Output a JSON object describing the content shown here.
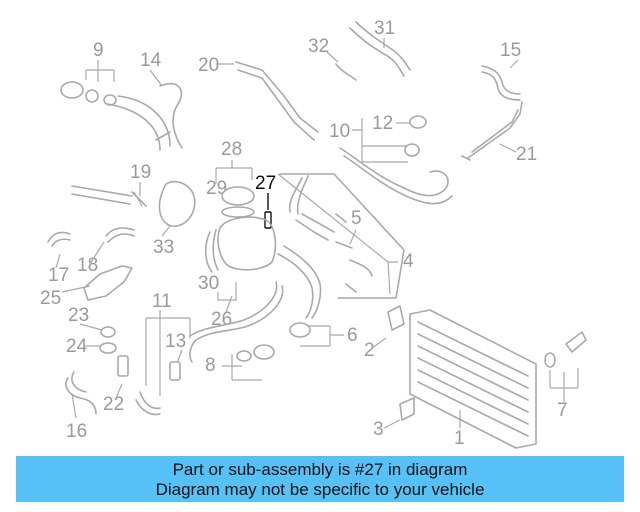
{
  "callouts": [
    "1",
    "2",
    "3",
    "4",
    "5",
    "6",
    "7",
    "8",
    "9",
    "10",
    "11",
    "12",
    "13",
    "14",
    "15",
    "16",
    "17",
    "18",
    "19",
    "20",
    "21",
    "22",
    "23",
    "24",
    "25",
    "26",
    "27",
    "28",
    "29",
    "30",
    "31",
    "32",
    "33"
  ],
  "highlighted_callout": "27",
  "colors": {
    "banner": "#55c1f6",
    "parts": "#a9a9a9",
    "highlight": "#111111"
  },
  "banner": {
    "line1": "Part or sub-assembly is #27 in diagram",
    "line2": "Diagram may not be specific to your vehicle"
  }
}
